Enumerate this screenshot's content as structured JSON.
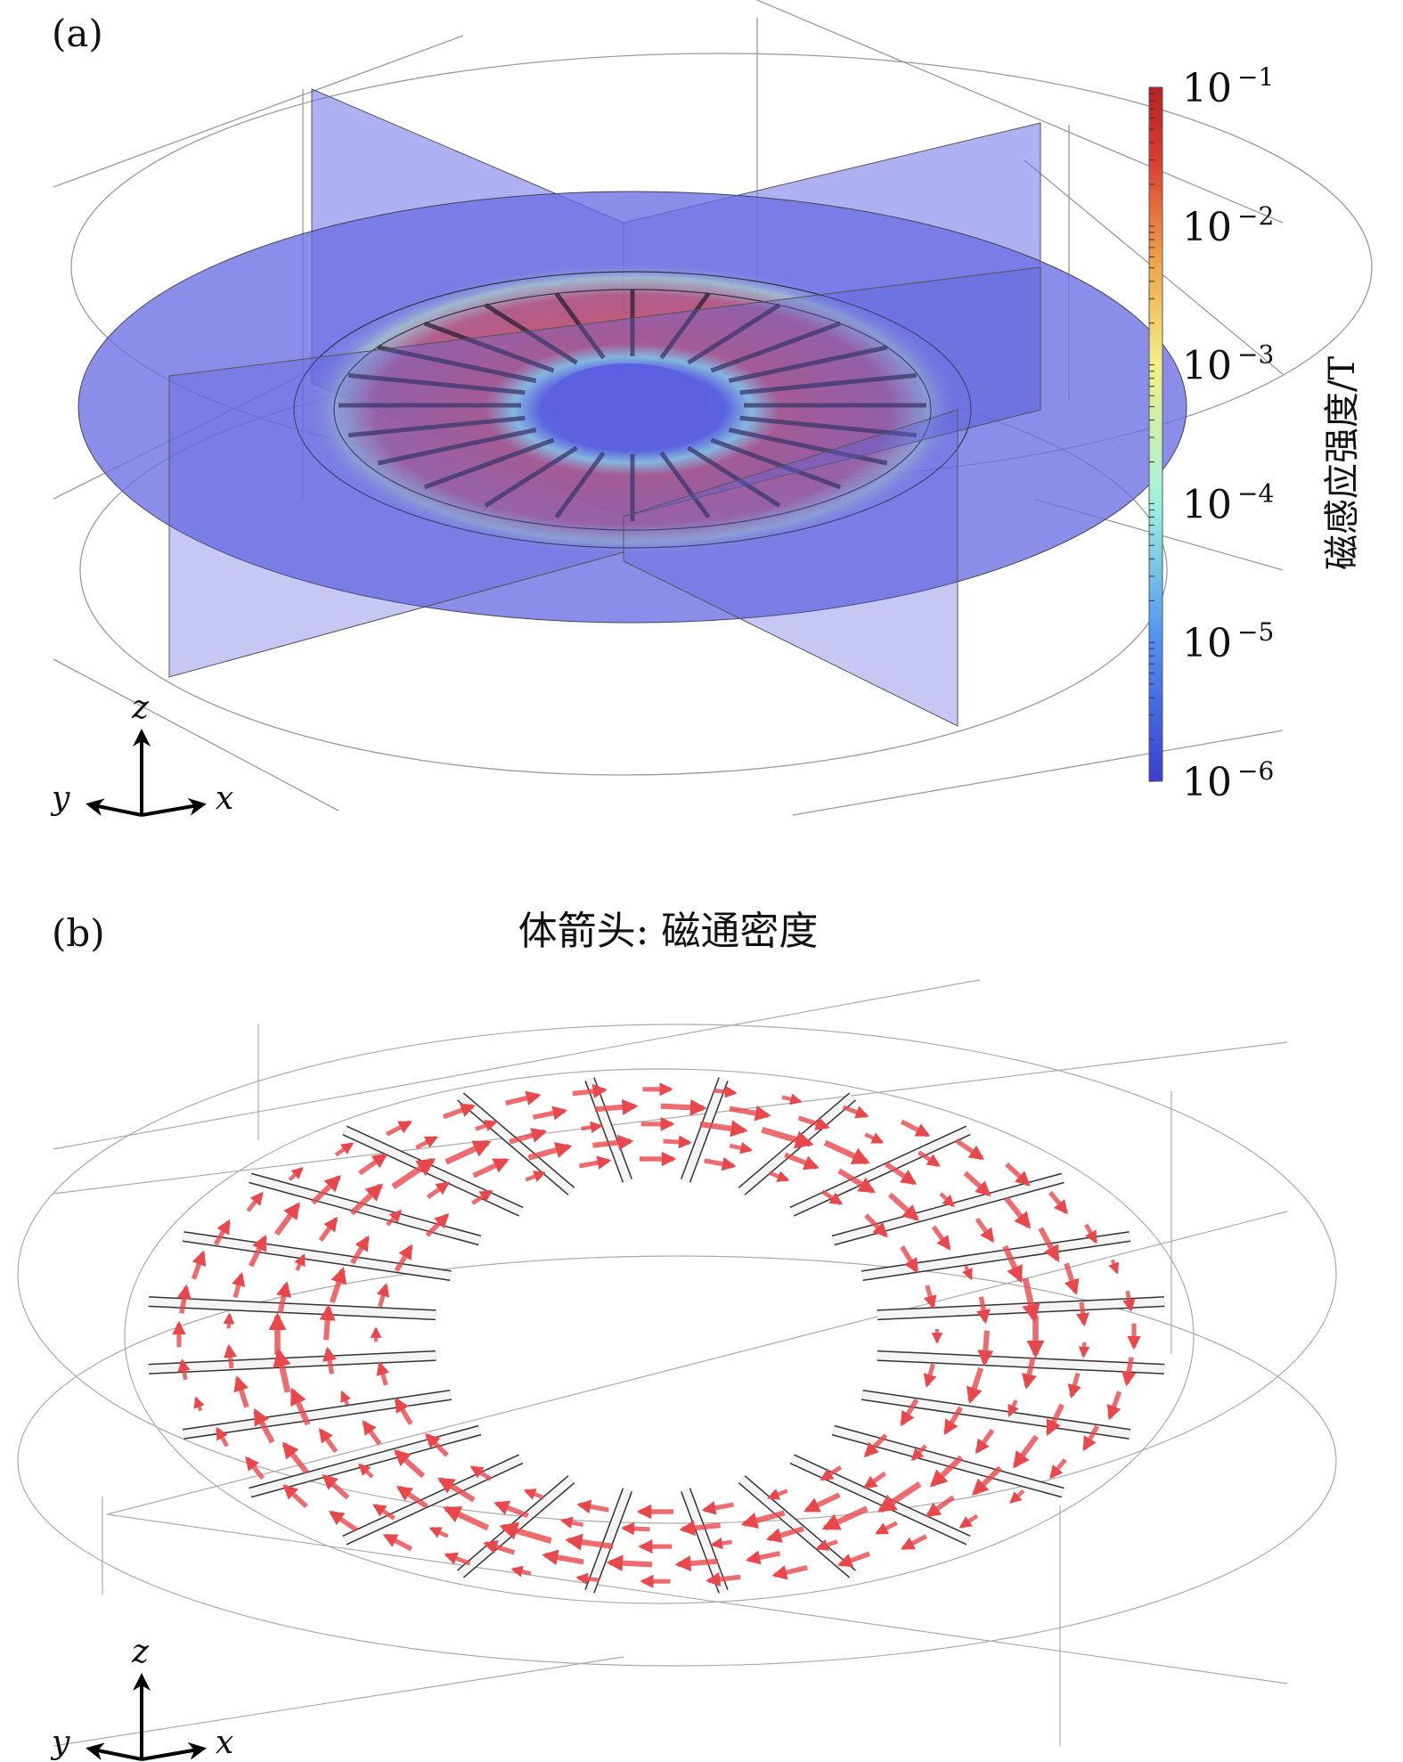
{
  "panel_a": {
    "label": "(a)",
    "colorbar": {
      "title": "磁感应强度/T",
      "ticks": [
        {
          "base": "10",
          "exp": "−1"
        },
        {
          "base": "10",
          "exp": "−2"
        },
        {
          "base": "10",
          "exp": "−3"
        },
        {
          "base": "10",
          "exp": "−4"
        },
        {
          "base": "10",
          "exp": "−5"
        },
        {
          "base": "10",
          "exp": "−6"
        }
      ],
      "range_log10": [
        -6,
        -1
      ],
      "colors": [
        "#3a3fcf",
        "#4f8ff0",
        "#9ff0e0",
        "#f2ef86",
        "#f0a24a",
        "#d93a2f",
        "#b52222"
      ]
    },
    "axes": {
      "z": "z",
      "y": "y",
      "x": "x"
    },
    "spoke_count": 24
  },
  "panel_b": {
    "label": "(b)",
    "title": "体箭头: 磁通密度",
    "axes": {
      "z": "z",
      "y": "y",
      "x": "x"
    },
    "bar_count": 24,
    "arrow_color": "#e8474b"
  }
}
